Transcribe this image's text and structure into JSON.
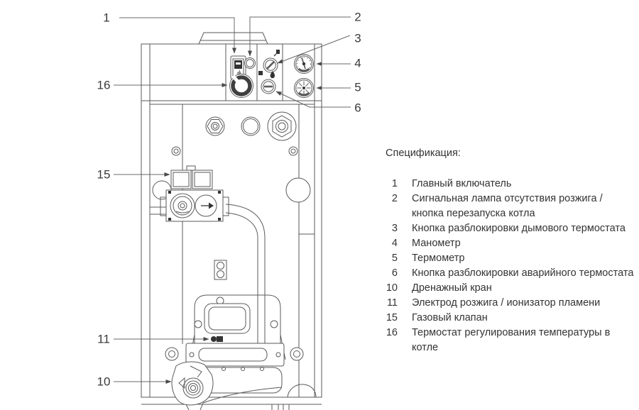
{
  "spec": {
    "title": "Спецификация:",
    "items": [
      {
        "num": "1",
        "label": "Главный включатель"
      },
      {
        "num": "2",
        "label": "Сигнальная лампа отсутствия розжига /\nкнопка перезапуска котла"
      },
      {
        "num": "3",
        "label": "Кнопка разблокировки дымового термостата"
      },
      {
        "num": "4",
        "label": "Манометр"
      },
      {
        "num": "5",
        "label": "Термометр"
      },
      {
        "num": "6",
        "label": "Кнопка разблокировки аварийного термостата"
      },
      {
        "num": "10",
        "label": "Дренажный кран"
      },
      {
        "num": "11",
        "label": "Электрод розжига / ионизатор пламени"
      },
      {
        "num": "15",
        "label": "Газовый клапан"
      },
      {
        "num": "16",
        "label": "Термостат регулирования температуры в котле"
      }
    ]
  },
  "diagram": {
    "callouts": [
      {
        "num": "1"
      },
      {
        "num": "2"
      },
      {
        "num": "3"
      },
      {
        "num": "4"
      },
      {
        "num": "5"
      },
      {
        "num": "6"
      },
      {
        "num": "16"
      },
      {
        "num": "15"
      },
      {
        "num": "11"
      },
      {
        "num": "10"
      }
    ],
    "colors": {
      "line": "#5a5a5a",
      "text": "#3a3a3a",
      "background": "#ffffff"
    }
  }
}
